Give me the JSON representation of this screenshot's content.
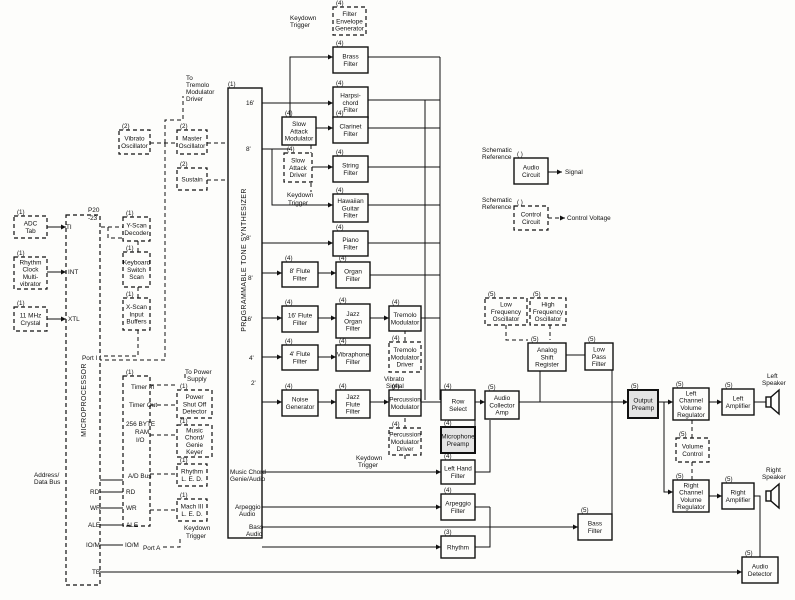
{
  "blocks": [
    {
      "id": "pts",
      "num": "(1)",
      "lines": [],
      "style": "solid"
    },
    {
      "id": "micro",
      "num": "",
      "lines": [],
      "style": "dashed"
    },
    {
      "id": "adc",
      "num": "(1)",
      "lines": [
        "ADC",
        "Tab"
      ],
      "style": "dashed"
    },
    {
      "id": "rhythm-clock",
      "num": "(1)",
      "lines": [
        "Rhythm",
        "Clock",
        "Multi-",
        "vibrator"
      ],
      "style": "dashed"
    },
    {
      "id": "crystal",
      "num": "(1)",
      "lines": [
        "11 MHz",
        "Crystal"
      ],
      "style": "dashed"
    },
    {
      "id": "y-scan",
      "num": "(1)",
      "lines": [
        "Y-Scan",
        "Decoder"
      ],
      "style": "dashed"
    },
    {
      "id": "keyboard",
      "num": "(1)",
      "lines": [
        "Keyboard",
        "Switch",
        "Scan"
      ],
      "style": "dashed"
    },
    {
      "id": "x-scan",
      "num": "(1)",
      "lines": [
        "X-Scan",
        "Input",
        "Buffers"
      ],
      "style": "dashed"
    },
    {
      "id": "vibrato-osc",
      "num": "(2)",
      "lines": [
        "Vibrato",
        "Oscillator"
      ],
      "style": "dashed"
    },
    {
      "id": "master-osc",
      "num": "(2)",
      "lines": [
        "Master",
        "Oscillator"
      ],
      "style": "dashed"
    },
    {
      "id": "sustain",
      "num": "(2)",
      "lines": [
        "Sustain"
      ],
      "style": "dashed"
    },
    {
      "id": "timer",
      "num": "(1)",
      "lines": [],
      "style": "dashed"
    },
    {
      "id": "power-shut",
      "num": "(1)",
      "lines": [
        "Power",
        "Shut Off",
        "Detector"
      ],
      "style": "dashed"
    },
    {
      "id": "chord-genie",
      "num": "(1)",
      "lines": [
        "Music",
        "Chord/",
        "Genie",
        "Keyer"
      ],
      "style": "dashed"
    },
    {
      "id": "rhythm-led",
      "num": "(1)",
      "lines": [
        "Rhythm",
        "L. E. D."
      ],
      "style": "dashed"
    },
    {
      "id": "mach-led",
      "num": "(1)",
      "lines": [
        "Mach III",
        "L. E. D."
      ],
      "style": "dashed"
    },
    {
      "id": "filter-env",
      "num": "(4)",
      "lines": [
        "Filter",
        "Envelope",
        "Generator"
      ],
      "style": "dashed"
    },
    {
      "id": "brass",
      "num": "(4)",
      "lines": [
        "Brass",
        "Filter"
      ],
      "style": "solid"
    },
    {
      "id": "harpsi",
      "num": "(4)",
      "lines": [
        "Harpsi-",
        "chord",
        "Filter"
      ],
      "style": "solid"
    },
    {
      "id": "clarinet",
      "num": "(4)",
      "lines": [
        "Clarinet",
        "Filter"
      ],
      "style": "solid"
    },
    {
      "id": "string",
      "num": "(4)",
      "lines": [
        "String",
        "Filter"
      ],
      "style": "solid"
    },
    {
      "id": "hawaiian",
      "num": "(4)",
      "lines": [
        "Hawaiian",
        "Guitar",
        "Filter"
      ],
      "style": "solid"
    },
    {
      "id": "slow-mod",
      "num": "(4)",
      "lines": [
        "Slow",
        "Attack",
        "Modulator"
      ],
      "style": "solid"
    },
    {
      "id": "slow-drv",
      "num": "(4)",
      "lines": [
        "Slow",
        "Attack",
        "Driver"
      ],
      "style": "dashed"
    },
    {
      "id": "piano",
      "num": "(4)",
      "lines": [
        "Piano",
        "Filter"
      ],
      "style": "solid"
    },
    {
      "id": "flute8",
      "num": "(4)",
      "lines": [
        "8' Flute",
        "Filter"
      ],
      "style": "solid"
    },
    {
      "id": "organ",
      "num": "(4)",
      "lines": [
        "Organ",
        "Filter"
      ],
      "style": "solid"
    },
    {
      "id": "flute16",
      "num": "(4)",
      "lines": [
        "16' Flute",
        "Filter"
      ],
      "style": "solid"
    },
    {
      "id": "jazz-organ",
      "num": "(4)",
      "lines": [
        "Jazz",
        "Organ",
        "Filter"
      ],
      "style": "solid"
    },
    {
      "id": "tremolo-mod",
      "num": "(4)",
      "lines": [
        "Tremolo",
        "Modulator"
      ],
      "style": "solid"
    },
    {
      "id": "flute4",
      "num": "(4)",
      "lines": [
        "4' Flute",
        "Filter"
      ],
      "style": "solid"
    },
    {
      "id": "vibraphone",
      "num": "(4)",
      "lines": [
        "Vibraphone",
        "Filter"
      ],
      "style": "solid"
    },
    {
      "id": "tremolo-drv",
      "num": "(4)",
      "lines": [
        "Tremolo",
        "Modulator",
        "Driver"
      ],
      "style": "dashed"
    },
    {
      "id": "noise",
      "num": "(4)",
      "lines": [
        "Noise",
        "Generator"
      ],
      "style": "solid"
    },
    {
      "id": "jazz-flute",
      "num": "(4)",
      "lines": [
        "Jazz",
        "Flute",
        "Filter"
      ],
      "style": "solid"
    },
    {
      "id": "perc-mod",
      "num": "(4)",
      "lines": [
        "Percussion",
        "Modulator"
      ],
      "style": "solid"
    },
    {
      "id": "perc-drv",
      "num": "(4)",
      "lines": [
        "Percussion",
        "Modulator",
        "Driver"
      ],
      "style": "dashed"
    },
    {
      "id": "row-select",
      "num": "(4)",
      "lines": [
        "Row",
        "Select"
      ],
      "style": "solid"
    },
    {
      "id": "mic-preamp",
      "num": "(4)",
      "lines": [
        "Microphone",
        "Preamp"
      ],
      "style": "shaded"
    },
    {
      "id": "left-hand",
      "num": "(4)",
      "lines": [
        "Left Hand",
        "Filter"
      ],
      "style": "solid"
    },
    {
      "id": "arpeggio-filter",
      "num": "(4)",
      "lines": [
        "Arpeggio",
        "Filter"
      ],
      "style": "solid"
    },
    {
      "id": "rhythm",
      "num": "(3)",
      "lines": [
        "Rhythm"
      ],
      "style": "solid"
    },
    {
      "id": "audio-amp",
      "num": "(5)",
      "lines": [
        "Audio",
        "Collector",
        "Amp"
      ],
      "style": "solid"
    },
    {
      "id": "low-osc",
      "num": "(5)",
      "lines": [
        "Low",
        "Frequency",
        "Oscillator"
      ],
      "style": "dashed"
    },
    {
      "id": "high-osc",
      "num": "(5)",
      "lines": [
        "High",
        "Frequency",
        "Oscillator"
      ],
      "style": "dashed"
    },
    {
      "id": "shift-reg",
      "num": "(5)",
      "lines": [
        "Analog",
        "Shift",
        "Register"
      ],
      "style": "solid"
    },
    {
      "id": "low-pass",
      "num": "(5)",
      "lines": [
        "Low",
        "Pass",
        "Filter"
      ],
      "style": "solid"
    },
    {
      "id": "output-preamp",
      "num": "(5)",
      "lines": [
        "Output",
        "Preamp"
      ],
      "style": "shaded"
    },
    {
      "id": "left-vol",
      "num": "(5)",
      "lines": [
        "Left",
        "Channel",
        "Volume",
        "Regulator"
      ],
      "style": "solid"
    },
    {
      "id": "volume",
      "num": "(5)",
      "lines": [
        "Volume",
        "Control"
      ],
      "style": "dashed"
    },
    {
      "id": "right-vol",
      "num": "(5)",
      "lines": [
        "Right",
        "Channel",
        "Volume",
        "Regulator"
      ],
      "style": "solid"
    },
    {
      "id": "left-amp",
      "num": "(5)",
      "lines": [
        "Left",
        "Amplifier"
      ],
      "style": "solid"
    },
    {
      "id": "right-amp",
      "num": "(5)",
      "lines": [
        "Right",
        "Amplifier"
      ],
      "style": "solid"
    },
    {
      "id": "bass-filter",
      "num": "(5)",
      "lines": [
        "Bass",
        "Filter"
      ],
      "style": "solid"
    },
    {
      "id": "audio-detector",
      "num": "(5)",
      "lines": [
        "Audio",
        "Detector"
      ],
      "style": "solid"
    },
    {
      "id": "legend-solid",
      "num": "( )",
      "lines": [
        "Audio",
        "Circuit"
      ],
      "style": "solid"
    },
    {
      "id": "legend-dashed",
      "num": "( )",
      "lines": [
        "Control",
        "Circuit"
      ],
      "style": "dashed"
    }
  ],
  "labels": [
    {
      "id": "pts-title",
      "text": "PROGRAMMABLE TONE SYNTHESIZER"
    },
    {
      "id": "micro-title",
      "text": "MICROPROCESSOR"
    },
    {
      "id": "ti",
      "text": "TI"
    },
    {
      "id": "p20",
      "text": "P20"
    },
    {
      "id": "p23",
      "text": "-23"
    },
    {
      "id": "int",
      "text": "INT"
    },
    {
      "id": "xtl",
      "text": "XTL"
    },
    {
      "id": "port1",
      "text": "Port I"
    },
    {
      "id": "addr1",
      "text": "Address/"
    },
    {
      "id": "addr2",
      "text": "Data Bus"
    },
    {
      "id": "rd-l",
      "text": "RD"
    },
    {
      "id": "wr-l",
      "text": "WR"
    },
    {
      "id": "ale-l",
      "text": "ALE"
    },
    {
      "id": "iom-l",
      "text": "IO/M"
    },
    {
      "id": "tb",
      "text": "TB"
    },
    {
      "id": "timer-in",
      "text": "Timer In"
    },
    {
      "id": "timer-out",
      "text": "Timer Out"
    },
    {
      "id": "ram1",
      "text": "256 BYTE"
    },
    {
      "id": "ram2",
      "text": "RAM,"
    },
    {
      "id": "ram3",
      "text": "I/O"
    },
    {
      "id": "ad-bus",
      "text": "A/D Bus"
    },
    {
      "id": "rd-r",
      "text": "RD"
    },
    {
      "id": "wr-r",
      "text": "WR"
    },
    {
      "id": "ale-r",
      "text": "ALE"
    },
    {
      "id": "iom-r",
      "text": "IO/M"
    },
    {
      "id": "port-a",
      "text": "Port A"
    },
    {
      "id": "to-power1",
      "text": "To Power"
    },
    {
      "id": "to-power2",
      "text": "Supply"
    },
    {
      "id": "to-trem1",
      "text": "To"
    },
    {
      "id": "to-trem2",
      "text": "Tremolo"
    },
    {
      "id": "to-trem3",
      "text": "Modulator"
    },
    {
      "id": "to-trem4",
      "text": "Driver"
    },
    {
      "id": "kt-top",
      "text": "Keydown"
    },
    {
      "id": "kt-top2",
      "text": "Trigger"
    },
    {
      "id": "kt-mid",
      "text": "Keydown"
    },
    {
      "id": "kt-mid2",
      "text": "Trigger"
    },
    {
      "id": "kt-bot",
      "text": "Keydown"
    },
    {
      "id": "kt-bot2",
      "text": "Trigger"
    },
    {
      "id": "kt-ra",
      "text": "Keydown"
    },
    {
      "id": "kt-ra2",
      "text": "Trigger"
    },
    {
      "id": "vib-sig1",
      "text": "Vibrato"
    },
    {
      "id": "vib-sig2",
      "text": "Signal"
    },
    {
      "id": "p16",
      "text": "16'"
    },
    {
      "id": "p8a",
      "text": "8'"
    },
    {
      "id": "p8b",
      "text": "8'"
    },
    {
      "id": "p8c",
      "text": "8'"
    },
    {
      "id": "p16b",
      "text": "16'"
    },
    {
      "id": "p4",
      "text": "4'"
    },
    {
      "id": "p2",
      "text": "2'"
    },
    {
      "id": "mcg1",
      "text": "Music Chord"
    },
    {
      "id": "mcg2",
      "text": "Genie/Audio"
    },
    {
      "id": "arp1",
      "text": "Arpeggio"
    },
    {
      "id": "arp2",
      "text": "Audio"
    },
    {
      "id": "bass1",
      "text": "Bass"
    },
    {
      "id": "bass2",
      "text": "Audio"
    },
    {
      "id": "ls1",
      "text": "Left"
    },
    {
      "id": "ls2",
      "text": "Speaker"
    },
    {
      "id": "rs1",
      "text": "Right"
    },
    {
      "id": "rs2",
      "text": "Speaker"
    },
    {
      "id": "sr1",
      "text": "Schematic"
    },
    {
      "id": "sr2",
      "text": "Reference"
    },
    {
      "id": "sr3",
      "text": "Schematic"
    },
    {
      "id": "sr4",
      "text": "Reference"
    },
    {
      "id": "signal",
      "text": "Signal"
    },
    {
      "id": "cv",
      "text": "Control Voltage"
    }
  ]
}
